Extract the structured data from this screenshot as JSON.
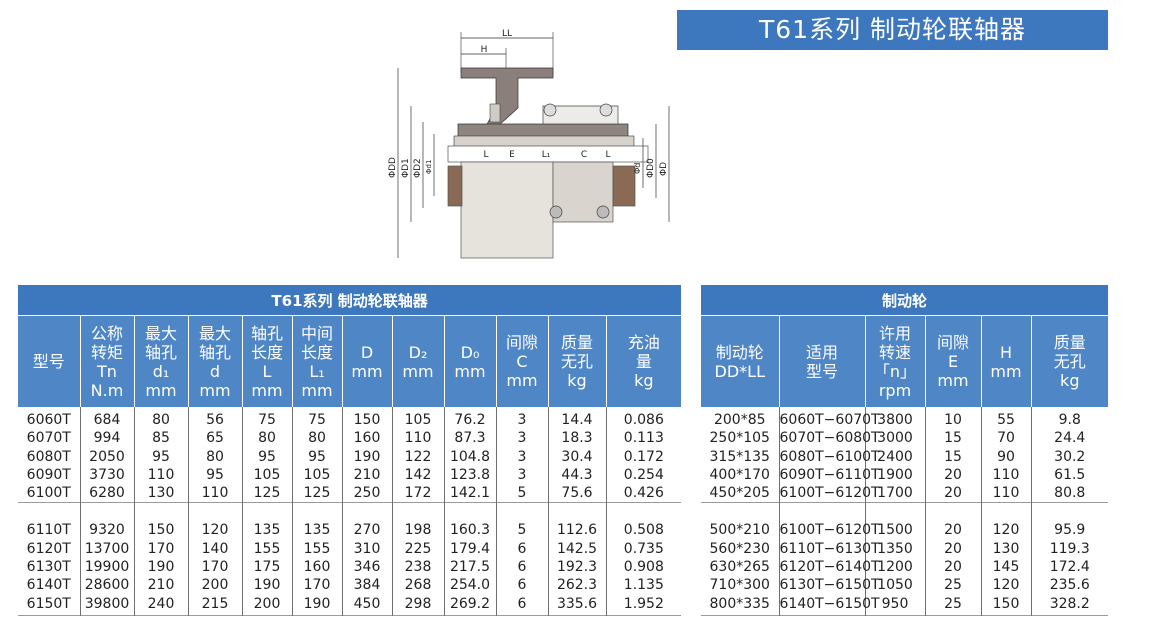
{
  "title": "T61系列 制动轮联轴器",
  "drawing": {
    "labels": {
      "LL": "LL",
      "H": "H",
      "L": "L",
      "E": "E",
      "L1": "L₁",
      "C": "C",
      "DD": "ΦDD",
      "D1": "ΦD1",
      "D2": "ΦD2",
      "d1": "Φd1",
      "d": "Φd",
      "D0": "ΦD0",
      "D": "ΦD"
    }
  },
  "left_table": {
    "caption": "T61系列  制动轮联轴器",
    "headers": [
      [
        "型号"
      ],
      [
        "公称",
        "转矩",
        "Tn",
        "N.m"
      ],
      [
        "最大",
        "轴孔",
        "d₁",
        "mm"
      ],
      [
        "最大",
        "轴孔",
        "d",
        "mm"
      ],
      [
        "轴孔",
        "长度",
        "L",
        "mm"
      ],
      [
        "中间",
        "长度",
        "L₁",
        "mm"
      ],
      [
        "D",
        "mm"
      ],
      [
        "D₂",
        "mm"
      ],
      [
        "D₀",
        "mm"
      ],
      [
        "间隙",
        "C",
        "mm"
      ],
      [
        "质量",
        "无孔",
        "kg"
      ],
      [
        "充油",
        "量",
        "kg"
      ]
    ],
    "groups": [
      [
        [
          "6060T",
          "684",
          "80",
          "56",
          "75",
          "75",
          "150",
          "105",
          "76.2",
          "3",
          "14.4",
          "0.086"
        ],
        [
          "6070T",
          "994",
          "85",
          "65",
          "80",
          "80",
          "160",
          "110",
          "87.3",
          "3",
          "18.3",
          "0.113"
        ],
        [
          "6080T",
          "2050",
          "95",
          "80",
          "95",
          "95",
          "190",
          "122",
          "104.8",
          "3",
          "30.4",
          "0.172"
        ],
        [
          "6090T",
          "3730",
          "110",
          "95",
          "105",
          "105",
          "210",
          "142",
          "123.8",
          "3",
          "44.3",
          "0.254"
        ],
        [
          "6100T",
          "6280",
          "130",
          "110",
          "125",
          "125",
          "250",
          "172",
          "142.1",
          "5",
          "75.6",
          "0.426"
        ]
      ],
      [
        [
          "6110T",
          "9320",
          "150",
          "120",
          "135",
          "135",
          "270",
          "198",
          "160.3",
          "5",
          "112.6",
          "0.508"
        ],
        [
          "6120T",
          "13700",
          "170",
          "140",
          "155",
          "155",
          "310",
          "225",
          "179.4",
          "6",
          "142.5",
          "0.735"
        ],
        [
          "6130T",
          "19900",
          "190",
          "170",
          "175",
          "160",
          "346",
          "238",
          "217.5",
          "6",
          "192.3",
          "0.908"
        ],
        [
          "6140T",
          "28600",
          "210",
          "200",
          "190",
          "170",
          "384",
          "268",
          "254.0",
          "6",
          "262.3",
          "1.135"
        ],
        [
          "6150T",
          "39800",
          "240",
          "215",
          "200",
          "190",
          "450",
          "298",
          "269.2",
          "6",
          "335.6",
          "1.952"
        ]
      ]
    ]
  },
  "right_table": {
    "caption": "制动轮",
    "headers": [
      [
        "制动轮",
        "DD*LL"
      ],
      [
        "适用",
        "型号"
      ],
      [
        "许用",
        "转速",
        "「n」",
        "rpm"
      ],
      [
        "间隙",
        "E",
        "mm"
      ],
      [
        "H",
        "mm"
      ],
      [
        "质量",
        "无孔",
        "kg"
      ]
    ],
    "groups": [
      [
        [
          "200*85",
          "6060T−6070T",
          "3800",
          "10",
          "55",
          "9.8"
        ],
        [
          "250*105",
          "6070T−6080T",
          "3000",
          "15",
          "70",
          "24.4"
        ],
        [
          "315*135",
          "6080T−6100T",
          "2400",
          "15",
          "90",
          "30.2"
        ],
        [
          "400*170",
          "6090T−6110T",
          "1900",
          "20",
          "110",
          "61.5"
        ],
        [
          "450*205",
          "6100T−6120T",
          "1700",
          "20",
          "110",
          "80.8"
        ]
      ],
      [
        [
          "500*210",
          "6100T−6120T",
          "1500",
          "20",
          "120",
          "95.9"
        ],
        [
          "560*230",
          "6110T−6130T",
          "1350",
          "20",
          "130",
          "119.3"
        ],
        [
          "630*265",
          "6120T−6140T",
          "1200",
          "20",
          "145",
          "172.4"
        ],
        [
          "710*300",
          "6130T−6150T",
          "1050",
          "25",
          "120",
          "235.6"
        ],
        [
          "800*335",
          "6140T−6150T",
          "950",
          "25",
          "150",
          "328.2"
        ]
      ]
    ]
  }
}
